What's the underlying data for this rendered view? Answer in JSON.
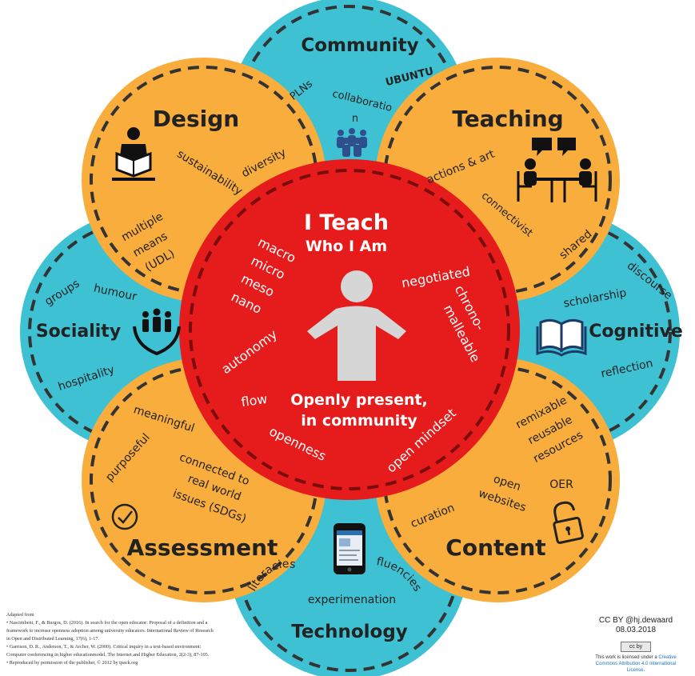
{
  "colors": {
    "blue": "#3dc1d3",
    "orange": "#f9ad3c",
    "red": "#e61b1b",
    "center_figure": "#d6d6d6",
    "dash": "#333333"
  },
  "center": {
    "title": "I Teach",
    "subtitle": "Who I Am",
    "bottom_line1": "Openly present,",
    "bottom_line2": "in community",
    "keywords": [
      "macro",
      "micro",
      "meso",
      "nano",
      "negotiated",
      "chrono-",
      "malleable",
      "autonomy",
      "flow",
      "openness",
      "open mindset"
    ],
    "icon": "person-icon"
  },
  "petals": {
    "community": {
      "title": "Community",
      "keywords": [
        "PLNs",
        "UBUNTU",
        "collaboratio",
        "n"
      ],
      "icon": "people-group-icon"
    },
    "design": {
      "title": "Design",
      "keywords": [
        "diversity",
        "sustainability",
        "multiple",
        "means",
        "(UDL)"
      ],
      "icon": "reader-icon"
    },
    "teaching": {
      "title": "Teaching",
      "keywords": [
        "actions & art",
        "connectivist",
        "shared"
      ],
      "icon": "conversation-icon"
    },
    "sociality": {
      "title": "Sociality",
      "keywords": [
        "groups",
        "humour",
        "hospitality"
      ],
      "icon": "family-hands-icon"
    },
    "cognitive": {
      "title": "Cognitive",
      "keywords": [
        "discourse",
        "scholarship",
        "reflection"
      ],
      "icon": "open-book-icon"
    },
    "assessment": {
      "title": "Assessment",
      "keywords": [
        "meaningful",
        "purposeful",
        "connected to",
        "real world",
        "issues (SDGs)"
      ],
      "icon": "checkmark-circle-icon"
    },
    "content": {
      "title": "Content",
      "keywords": [
        "remixable",
        "reusable",
        "resources",
        "open",
        "websites",
        "OER",
        "curation"
      ],
      "icon": "open-padlock-icon"
    },
    "technology": {
      "title": "Technology",
      "keywords": [
        "literacies",
        "fluencies",
        "experimenation"
      ],
      "icon": "smartphone-icon"
    }
  },
  "footnote": {
    "heading": "Adapted from",
    "lines": [
      "• Nascimbeni, F., & Burgos, D. (2016). In search for the open educator: Proposal of a definition and a",
      "framework to increase openness adoption among university educators. International Review of Research",
      "in Open and Distributed Learning, 17(6), 1-17.",
      "• Garrison, D. R., Anderson, T., & Archer, W. (2000). Critical inquiry in a text-based environment:",
      "Computer conferencing in higher educationmodel. The Internet and Higher Education, 2(2-3), 87-105.",
      "• Reproduced by permission of the publisher, © 2012 by tpack.org"
    ]
  },
  "credit": {
    "author": "CC BY @hj.dewaard",
    "date": "08.03.2018",
    "badge": "cc by",
    "license_prefix": "This work is licensed under a ",
    "license_link": "Creative Commons Attribution 4.0 International License",
    "license_suffix": "."
  }
}
